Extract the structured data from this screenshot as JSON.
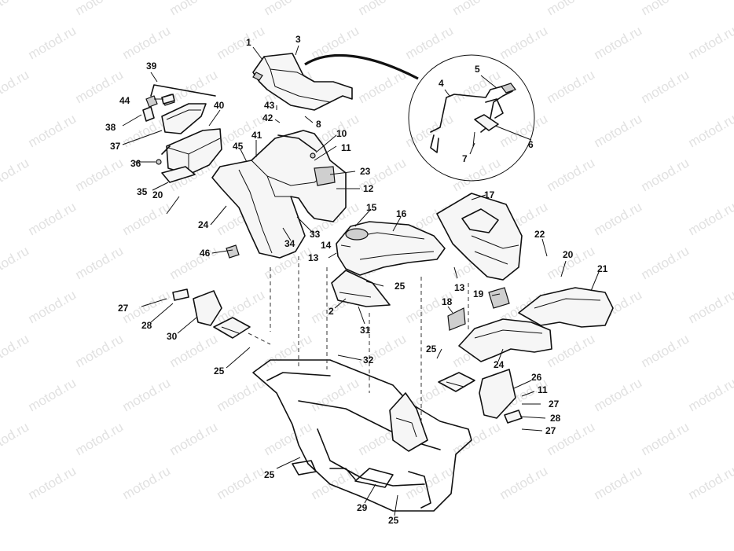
{
  "watermark": {
    "text": "motod.ru",
    "color": "#c9c9c9"
  },
  "callouts": [
    {
      "id": "c1",
      "label": "1"
    },
    {
      "id": "c3",
      "label": "3"
    },
    {
      "id": "c4",
      "label": "4"
    },
    {
      "id": "c5",
      "label": "5"
    },
    {
      "id": "c6",
      "label": "6"
    },
    {
      "id": "c7",
      "label": "7"
    },
    {
      "id": "c8",
      "label": "8"
    },
    {
      "id": "c10",
      "label": "10"
    },
    {
      "id": "c11a",
      "label": "11"
    },
    {
      "id": "c11b",
      "label": "11"
    },
    {
      "id": "c12",
      "label": "12"
    },
    {
      "id": "c13a",
      "label": "13"
    },
    {
      "id": "c13b",
      "label": "13"
    },
    {
      "id": "c14",
      "label": "14"
    },
    {
      "id": "c15",
      "label": "15"
    },
    {
      "id": "c16",
      "label": "16"
    },
    {
      "id": "c17",
      "label": "17"
    },
    {
      "id": "c18",
      "label": "18"
    },
    {
      "id": "c19",
      "label": "19"
    },
    {
      "id": "c20a",
      "label": "20"
    },
    {
      "id": "c20b",
      "label": "20"
    },
    {
      "id": "c21",
      "label": "21"
    },
    {
      "id": "c22",
      "label": "22"
    },
    {
      "id": "c23",
      "label": "23"
    },
    {
      "id": "c24a",
      "label": "24"
    },
    {
      "id": "c24b",
      "label": "24"
    },
    {
      "id": "c25a",
      "label": "25"
    },
    {
      "id": "c25b",
      "label": "25"
    },
    {
      "id": "c25c",
      "label": "25"
    },
    {
      "id": "c25d",
      "label": "25"
    },
    {
      "id": "c25e",
      "label": "25"
    },
    {
      "id": "c26",
      "label": "26"
    },
    {
      "id": "c27a",
      "label": "27"
    },
    {
      "id": "c27b",
      "label": "27"
    },
    {
      "id": "c27c",
      "label": "27"
    },
    {
      "id": "c28a",
      "label": "28"
    },
    {
      "id": "c28b",
      "label": "28"
    },
    {
      "id": "c29",
      "label": "29"
    },
    {
      "id": "c2",
      "label": "2"
    },
    {
      "id": "c30",
      "label": "30"
    },
    {
      "id": "c31",
      "label": "31"
    },
    {
      "id": "c32",
      "label": "32"
    },
    {
      "id": "c33",
      "label": "33"
    },
    {
      "id": "c34",
      "label": "34"
    },
    {
      "id": "c35",
      "label": "35"
    },
    {
      "id": "c36",
      "label": "36"
    },
    {
      "id": "c37",
      "label": "37"
    },
    {
      "id": "c38",
      "label": "38"
    },
    {
      "id": "c39",
      "label": "39"
    },
    {
      "id": "c40",
      "label": "40"
    },
    {
      "id": "c41",
      "label": "41"
    },
    {
      "id": "c42",
      "label": "42"
    },
    {
      "id": "c43",
      "label": "43"
    },
    {
      "id": "c44",
      "label": "44"
    },
    {
      "id": "c45",
      "label": "45"
    },
    {
      "id": "c46",
      "label": "46"
    }
  ]
}
